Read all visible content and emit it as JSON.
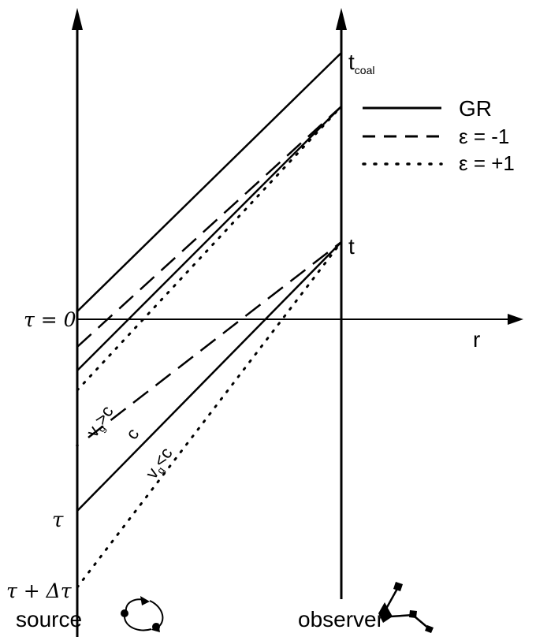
{
  "labels": {
    "tau_zero": "τ = 0",
    "tau": "τ",
    "tau_delta": "τ + Δτ",
    "r_axis": "r",
    "t_coal_main": "t",
    "t_coal_sub": "coal",
    "t": "t",
    "source": "source",
    "observer": "observer",
    "c": "c",
    "vg_fast_v": "v",
    "vg_fast_sub": "g",
    "vg_fast_rel": ">c",
    "vg_slow_v": "v",
    "vg_slow_sub": "g",
    "vg_slow_rel": "<c"
  },
  "legend": [
    {
      "label": "GR",
      "style": "solid"
    },
    {
      "label": "ε = -1",
      "style": "dashed"
    },
    {
      "label": "ε = +1",
      "style": "dotted"
    }
  ]
}
